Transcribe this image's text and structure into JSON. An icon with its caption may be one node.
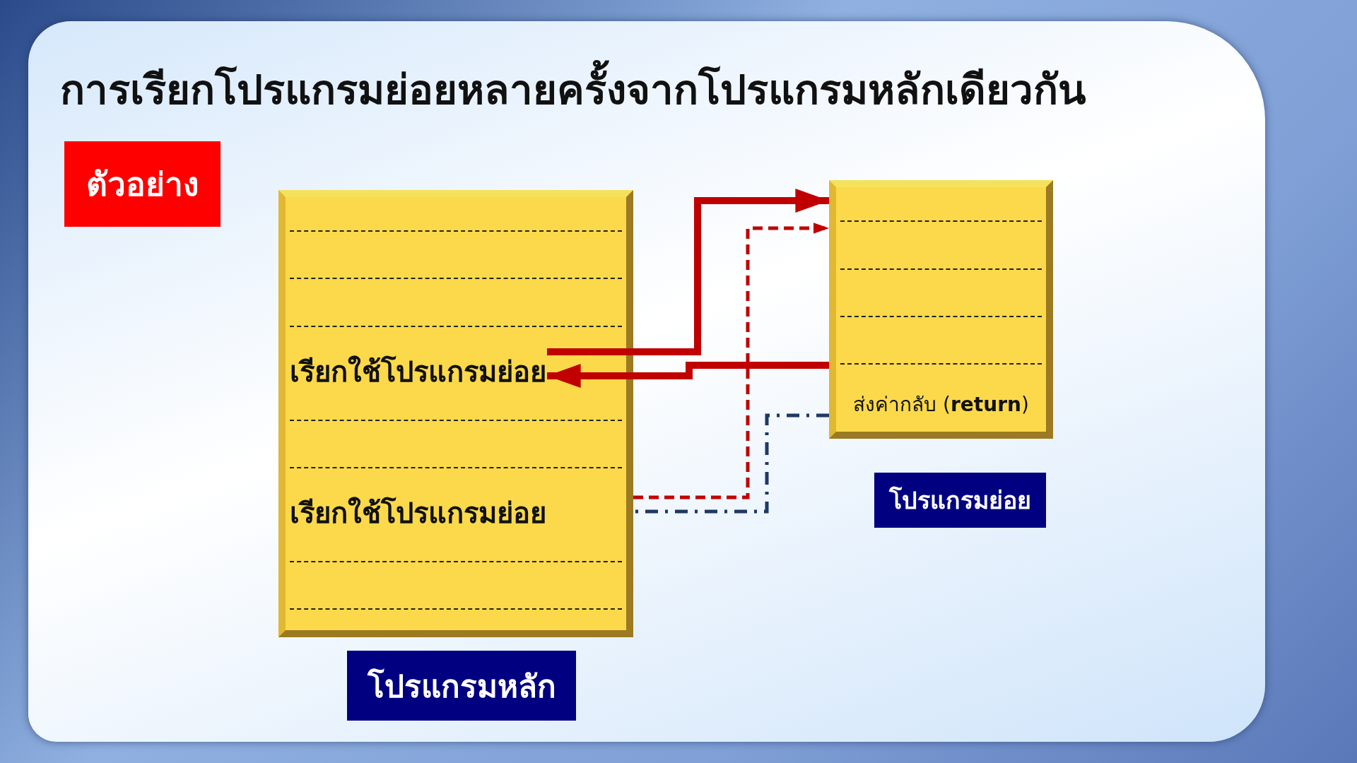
{
  "diagram": {
    "title": "การเรียกโปรแกรมย่อยหลายครั้งจากโปรแกรมหลักเดียวกัน",
    "nodes": [
      {
        "text": [
          "ตัวอย่าง"
        ]
      },
      {
        "text": [],
        "shape": "box"
      },
      {
        "text": [
          "เรียกใช้โปรแกรมย่อย"
        ],
        "in": 1
      },
      {
        "text": [
          "เรียกใช้โปรแกรมย่อย"
        ],
        "in": 1
      },
      {
        "text": [
          "โปรแกรมหลัก"
        ]
      },
      {
        "text": [],
        "shape": "box"
      },
      {
        "text": [
          "ส่งค่ากลับ (**return**)"
        ],
        "in": 5
      },
      {
        "text": [
          "โปรแกรมย่อย"
        ]
      }
    ],
    "edges": [
      {
        "from": 2,
        "to": 5,
        "arrow": "to",
        "style": "thick"
      },
      {
        "from": 5,
        "to": 2,
        "arrow": "to",
        "style": "thick"
      },
      {
        "from": 1,
        "to": 5,
        "arrow": "to",
        "style": "dashed"
      },
      {
        "from": 5,
        "to": 1,
        "arrow": "none",
        "style": "dashed",
        "color": "#1f3864"
      }
    ]
  }
}
